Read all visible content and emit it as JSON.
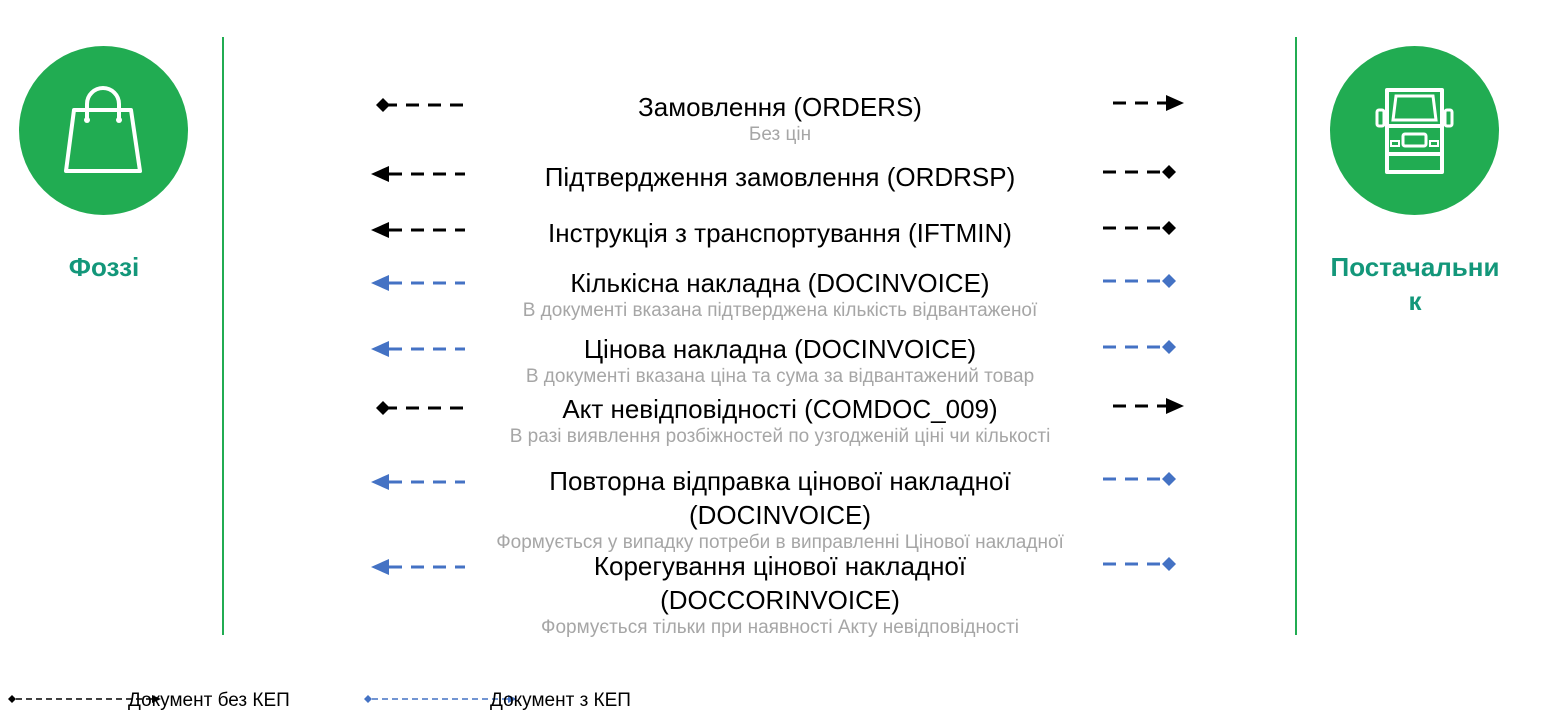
{
  "actors": {
    "left": {
      "label": "Фоззі",
      "icon": "shopping-bag-icon"
    },
    "right": {
      "label_line1": "Постачальни",
      "label_line2": "к",
      "icon": "truck-icon"
    }
  },
  "colors": {
    "green": "#21ac52",
    "label": "#13977a",
    "black_arrow": "#000000",
    "blue_arrow": "#4472c4",
    "subtitle": "#a6a6a6"
  },
  "messages": [
    {
      "title": "Замовлення (ORDERS)",
      "subtitle": "Без цін",
      "kep": false,
      "direction": "both"
    },
    {
      "title": "Підтвердження замовлення (ORDRSP)",
      "subtitle": "",
      "kep": false,
      "direction": "to-left"
    },
    {
      "title": "Інструкція з транспортування (IFTMIN)",
      "subtitle": "",
      "kep": false,
      "direction": "to-left"
    },
    {
      "title": "Кількісна накладна (DOCINVOICE)",
      "subtitle": "В документі вказана підтверджена кількість  відвантаженої",
      "kep": true,
      "direction": "to-left"
    },
    {
      "title": "Цінова накладна (DOCINVOICE)",
      "subtitle": "В документі вказана ціна та сума за відвантажений товар",
      "kep": true,
      "direction": "to-left"
    },
    {
      "title": "Акт невідповідності (COMDOC_009)",
      "subtitle": "В разі виявлення розбіжностей по узгодженій ціні чи кількості",
      "kep": false,
      "direction": "both"
    },
    {
      "title_line1": "Повторна відправка цінової накладної",
      "title_line2": "(DOCINVOICE)",
      "subtitle": "Формується у випадку потреби в виправленні Цінової накладної",
      "kep": true,
      "direction": "to-left"
    },
    {
      "title_line1": "Корегування цінової накладної",
      "title_line2": "(DOCCORINVOICE)",
      "subtitle": "Формується тільки при наявності Акту невідповідності",
      "kep": true,
      "direction": "to-left"
    }
  ],
  "legend": {
    "no_kep": "Документ без КЕП",
    "with_kep": "Документ з КЕП"
  }
}
